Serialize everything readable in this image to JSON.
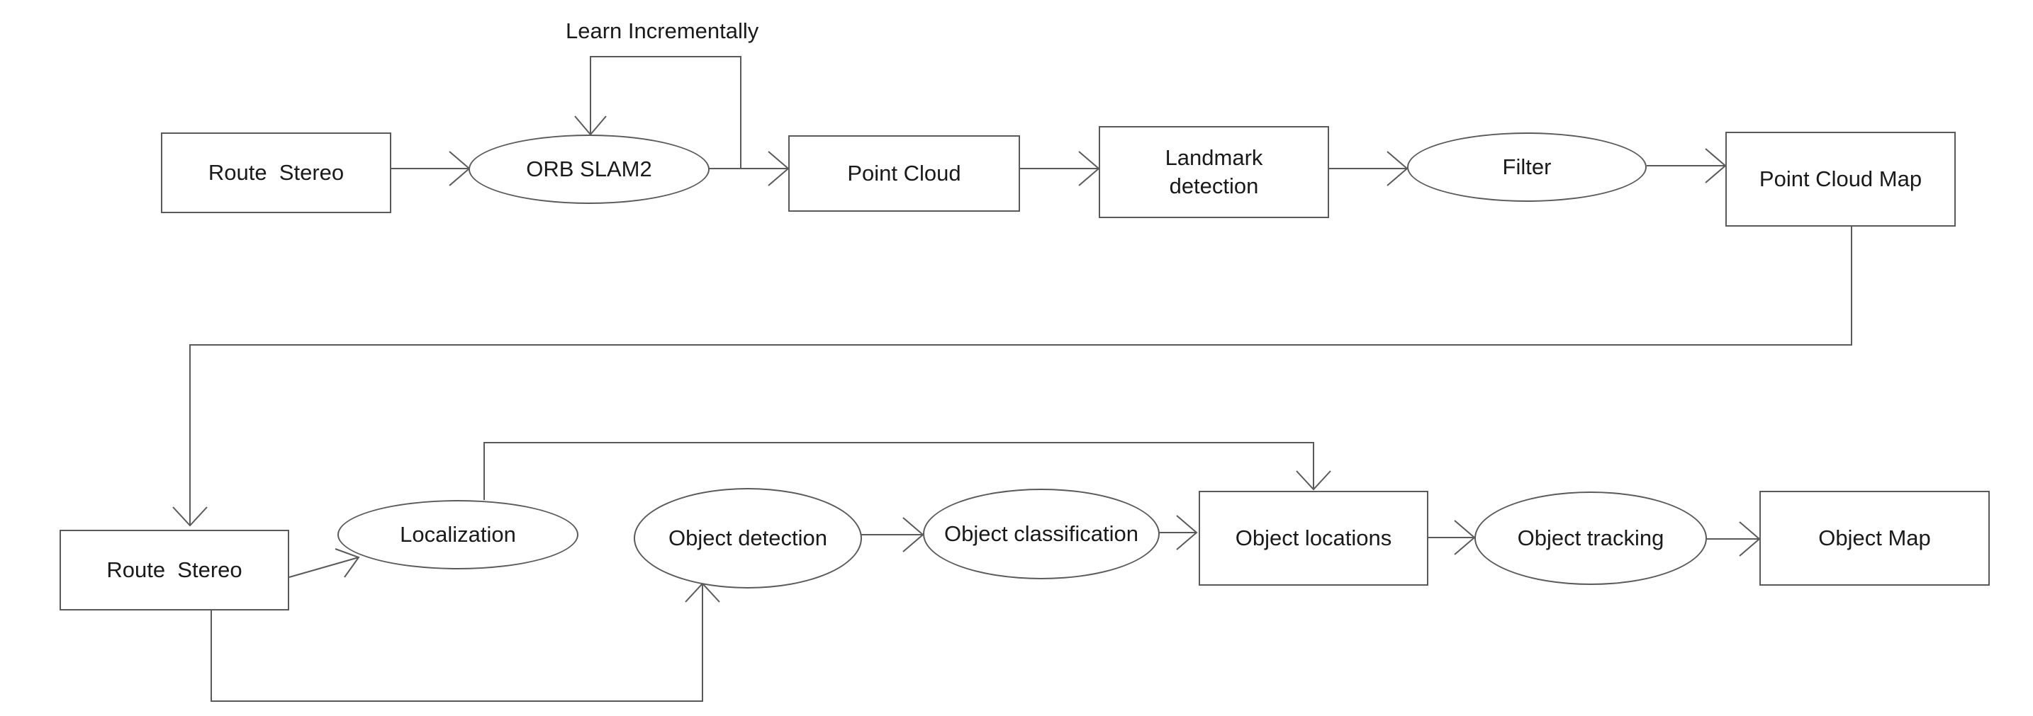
{
  "nodes": {
    "route_stereo_top": "Route  Stereo",
    "orb_slam2": "ORB SLAM2",
    "point_cloud": "Point Cloud",
    "landmark_detection": "Landmark\ndetection",
    "filter": "Filter",
    "point_cloud_map": "Point Cloud Map",
    "route_stereo_bottom": "Route  Stereo",
    "localization": "Localization",
    "object_detection": "Object detection",
    "object_classification": "Object classification",
    "object_locations": "Object locations",
    "object_tracking": "Object tracking",
    "object_map": "Object Map"
  },
  "labels": {
    "learn_incrementally": "Learn Incrementally"
  }
}
